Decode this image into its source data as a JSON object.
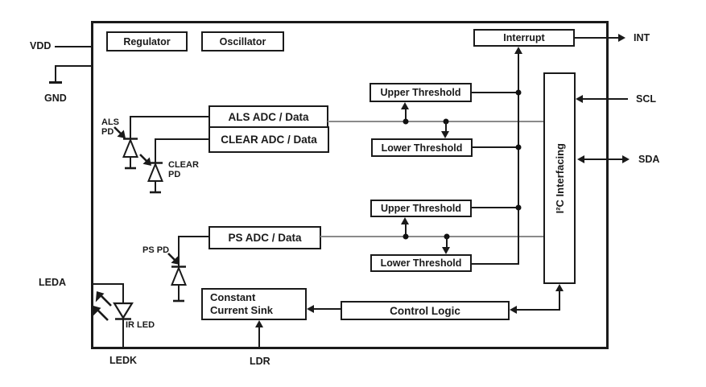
{
  "diagram": {
    "pins": {
      "vdd": "VDD",
      "gnd": "GND",
      "leda": "LEDA",
      "ledk": "LEDK",
      "ldr": "LDR",
      "int": "INT",
      "scl": "SCL",
      "sda": "SDA"
    },
    "blocks": {
      "regulator": "Regulator",
      "oscillator": "Oscillator",
      "interrupt": "Interrupt",
      "als_adc": "ALS ADC / Data",
      "clear_adc": "CLEAR ADC / Data",
      "upper_threshold_als": "Upper Threshold",
      "lower_threshold_als": "Lower Threshold",
      "ps_adc": "PS ADC / Data",
      "upper_threshold_ps": "Upper Threshold",
      "lower_threshold_ps": "Lower Threshold",
      "i2c_interfacing": "I²C Interfacing",
      "constant_current_sink_line1": "Constant",
      "constant_current_sink_line2": "Current Sink",
      "control_logic": "Control Logic"
    },
    "component_labels": {
      "als_pd_line1": "ALS",
      "als_pd_line2": "PD",
      "clear_pd_line1": "CLEAR",
      "clear_pd_line2": "PD",
      "ps_pd": "PS PD",
      "ir_led": "IR LED"
    },
    "colors": {
      "line": "#1a1a1a",
      "data_line": "#8a8a8a",
      "background": "#ffffff"
    }
  }
}
